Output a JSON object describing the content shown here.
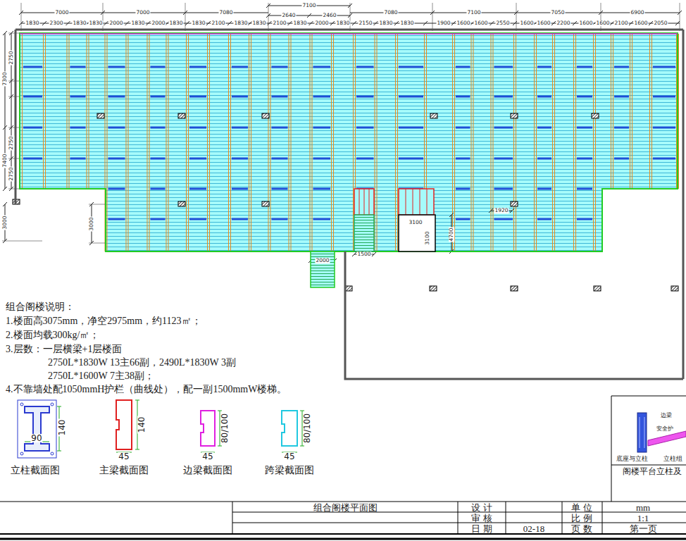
{
  "diagram": {
    "title": "组合阁楼平面图",
    "labels": [
      "7000",
      "7000",
      "7080",
      "7100",
      "2640",
      "2460",
      "7080",
      "7100",
      "7050",
      "6900",
      "1830",
      "2300",
      "1830",
      "1830",
      "2000",
      "1830",
      "2000",
      "1830",
      "1830",
      "2100",
      "1830",
      "1830",
      "2100",
      "1830",
      "2000",
      "1830",
      "2150",
      "1830",
      "1830",
      "1900",
      "1600",
      "1600",
      "2550",
      "1600",
      "1600",
      "2200",
      "1600",
      "1600",
      "2100",
      "1600",
      "2050",
      "2750",
      "7300",
      "2750",
      "7400",
      "2750",
      "3000",
      "3000",
      "1500",
      "3100",
      "3100",
      "1920",
      "2000",
      "4700",
      "组合阁楼说明：",
      "1.楼面高3075mm，净空2975mm，约1123㎡；",
      "2.楼面均载300kg/㎡；",
      "3.层数：一层横梁+1层楼面",
      "2750L*1830W 13主66副，2490L*1830W 3副",
      "2750L*1600W 7主38副；",
      "4.不靠墙处配1050mmH护栏（曲线处），配一副1500mmW楼梯。",
      "140",
      "90",
      "立柱截面图",
      "140",
      "45",
      "主梁截面图",
      "80/100",
      "45",
      "边梁截面图",
      "80/100",
      "45",
      "跨梁截面图",
      "设 计",
      "审 核",
      "日 期",
      "02-18",
      "单 位",
      "mm",
      "比 例",
      "1:1",
      "页 数",
      "第一页",
      "边梁",
      "安全护",
      "底座与立柱",
      "立柱组",
      "阁楼平台立柱及"
    ]
  }
}
